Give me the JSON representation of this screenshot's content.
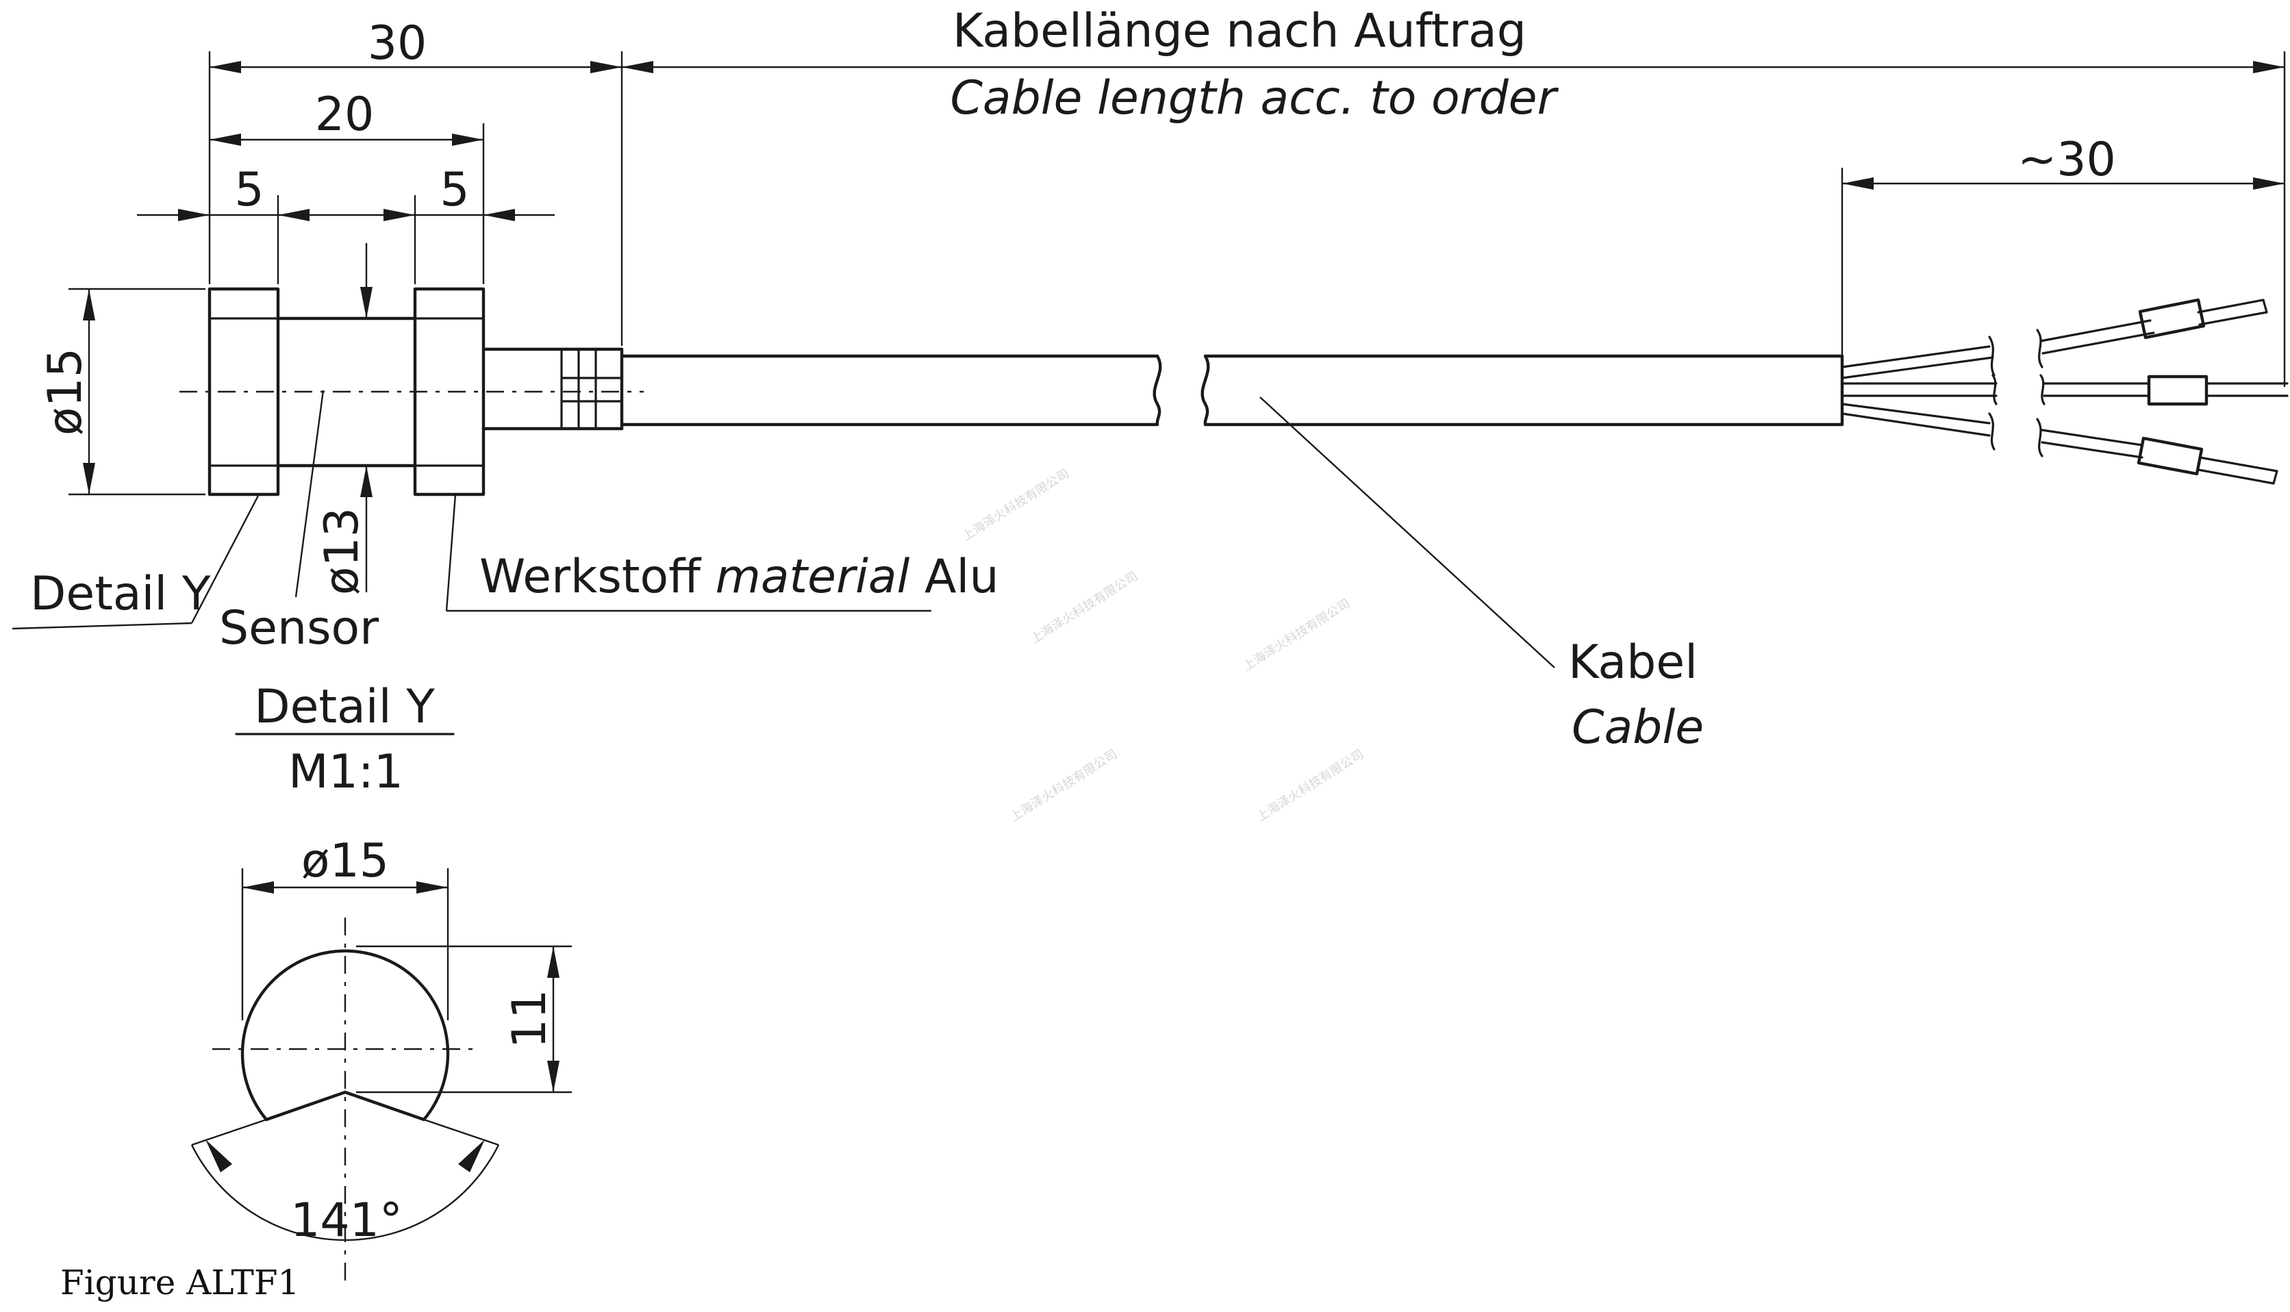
{
  "dimensions": {
    "d30_top": "30",
    "d20": "20",
    "d5_left": "5",
    "d5_right": "5",
    "d_phi15_side": "ø15",
    "d_phi13": "ø13",
    "d_approx30": "~30",
    "d_phi15_detail": "ø15",
    "d11": "11",
    "d141": "141°"
  },
  "cable_length": {
    "de": "Kabellänge nach Auftrag",
    "en": "Cable length acc. to order"
  },
  "labels": {
    "detail_y_pointer": "Detail Y",
    "sensor": "Sensor",
    "material_de_1": "Werkstoff ",
    "material_en": "material",
    "material_de_2": " Alu",
    "kabel": "Kabel",
    "cable": "Cable"
  },
  "detail_view": {
    "title": "Detail Y",
    "scale": "M1:1"
  },
  "caption": "Figure ALTF1",
  "watermarks": [
    "上海泽火科技有限公司",
    "上海泽火科技有限公司",
    "上海泽火科技有限公司",
    "上海泽火科技有限公司",
    "上海泽火科技有限公司"
  ]
}
